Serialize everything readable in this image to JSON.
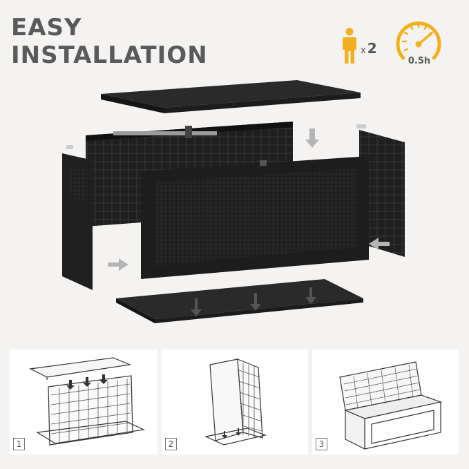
{
  "title": {
    "line1": "EASY",
    "line2": "INSTALLATION"
  },
  "people": {
    "prefix": "x",
    "count": "2"
  },
  "time": {
    "label": "0.5h"
  },
  "icons": {
    "person": "person-icon",
    "gauge": "gauge-icon"
  },
  "colors": {
    "accent": "#f2b01e",
    "text": "#5a5a5a",
    "product": "#1e1e1e"
  },
  "steps": [
    {
      "number": "1"
    },
    {
      "number": "2"
    },
    {
      "number": "3"
    }
  ]
}
